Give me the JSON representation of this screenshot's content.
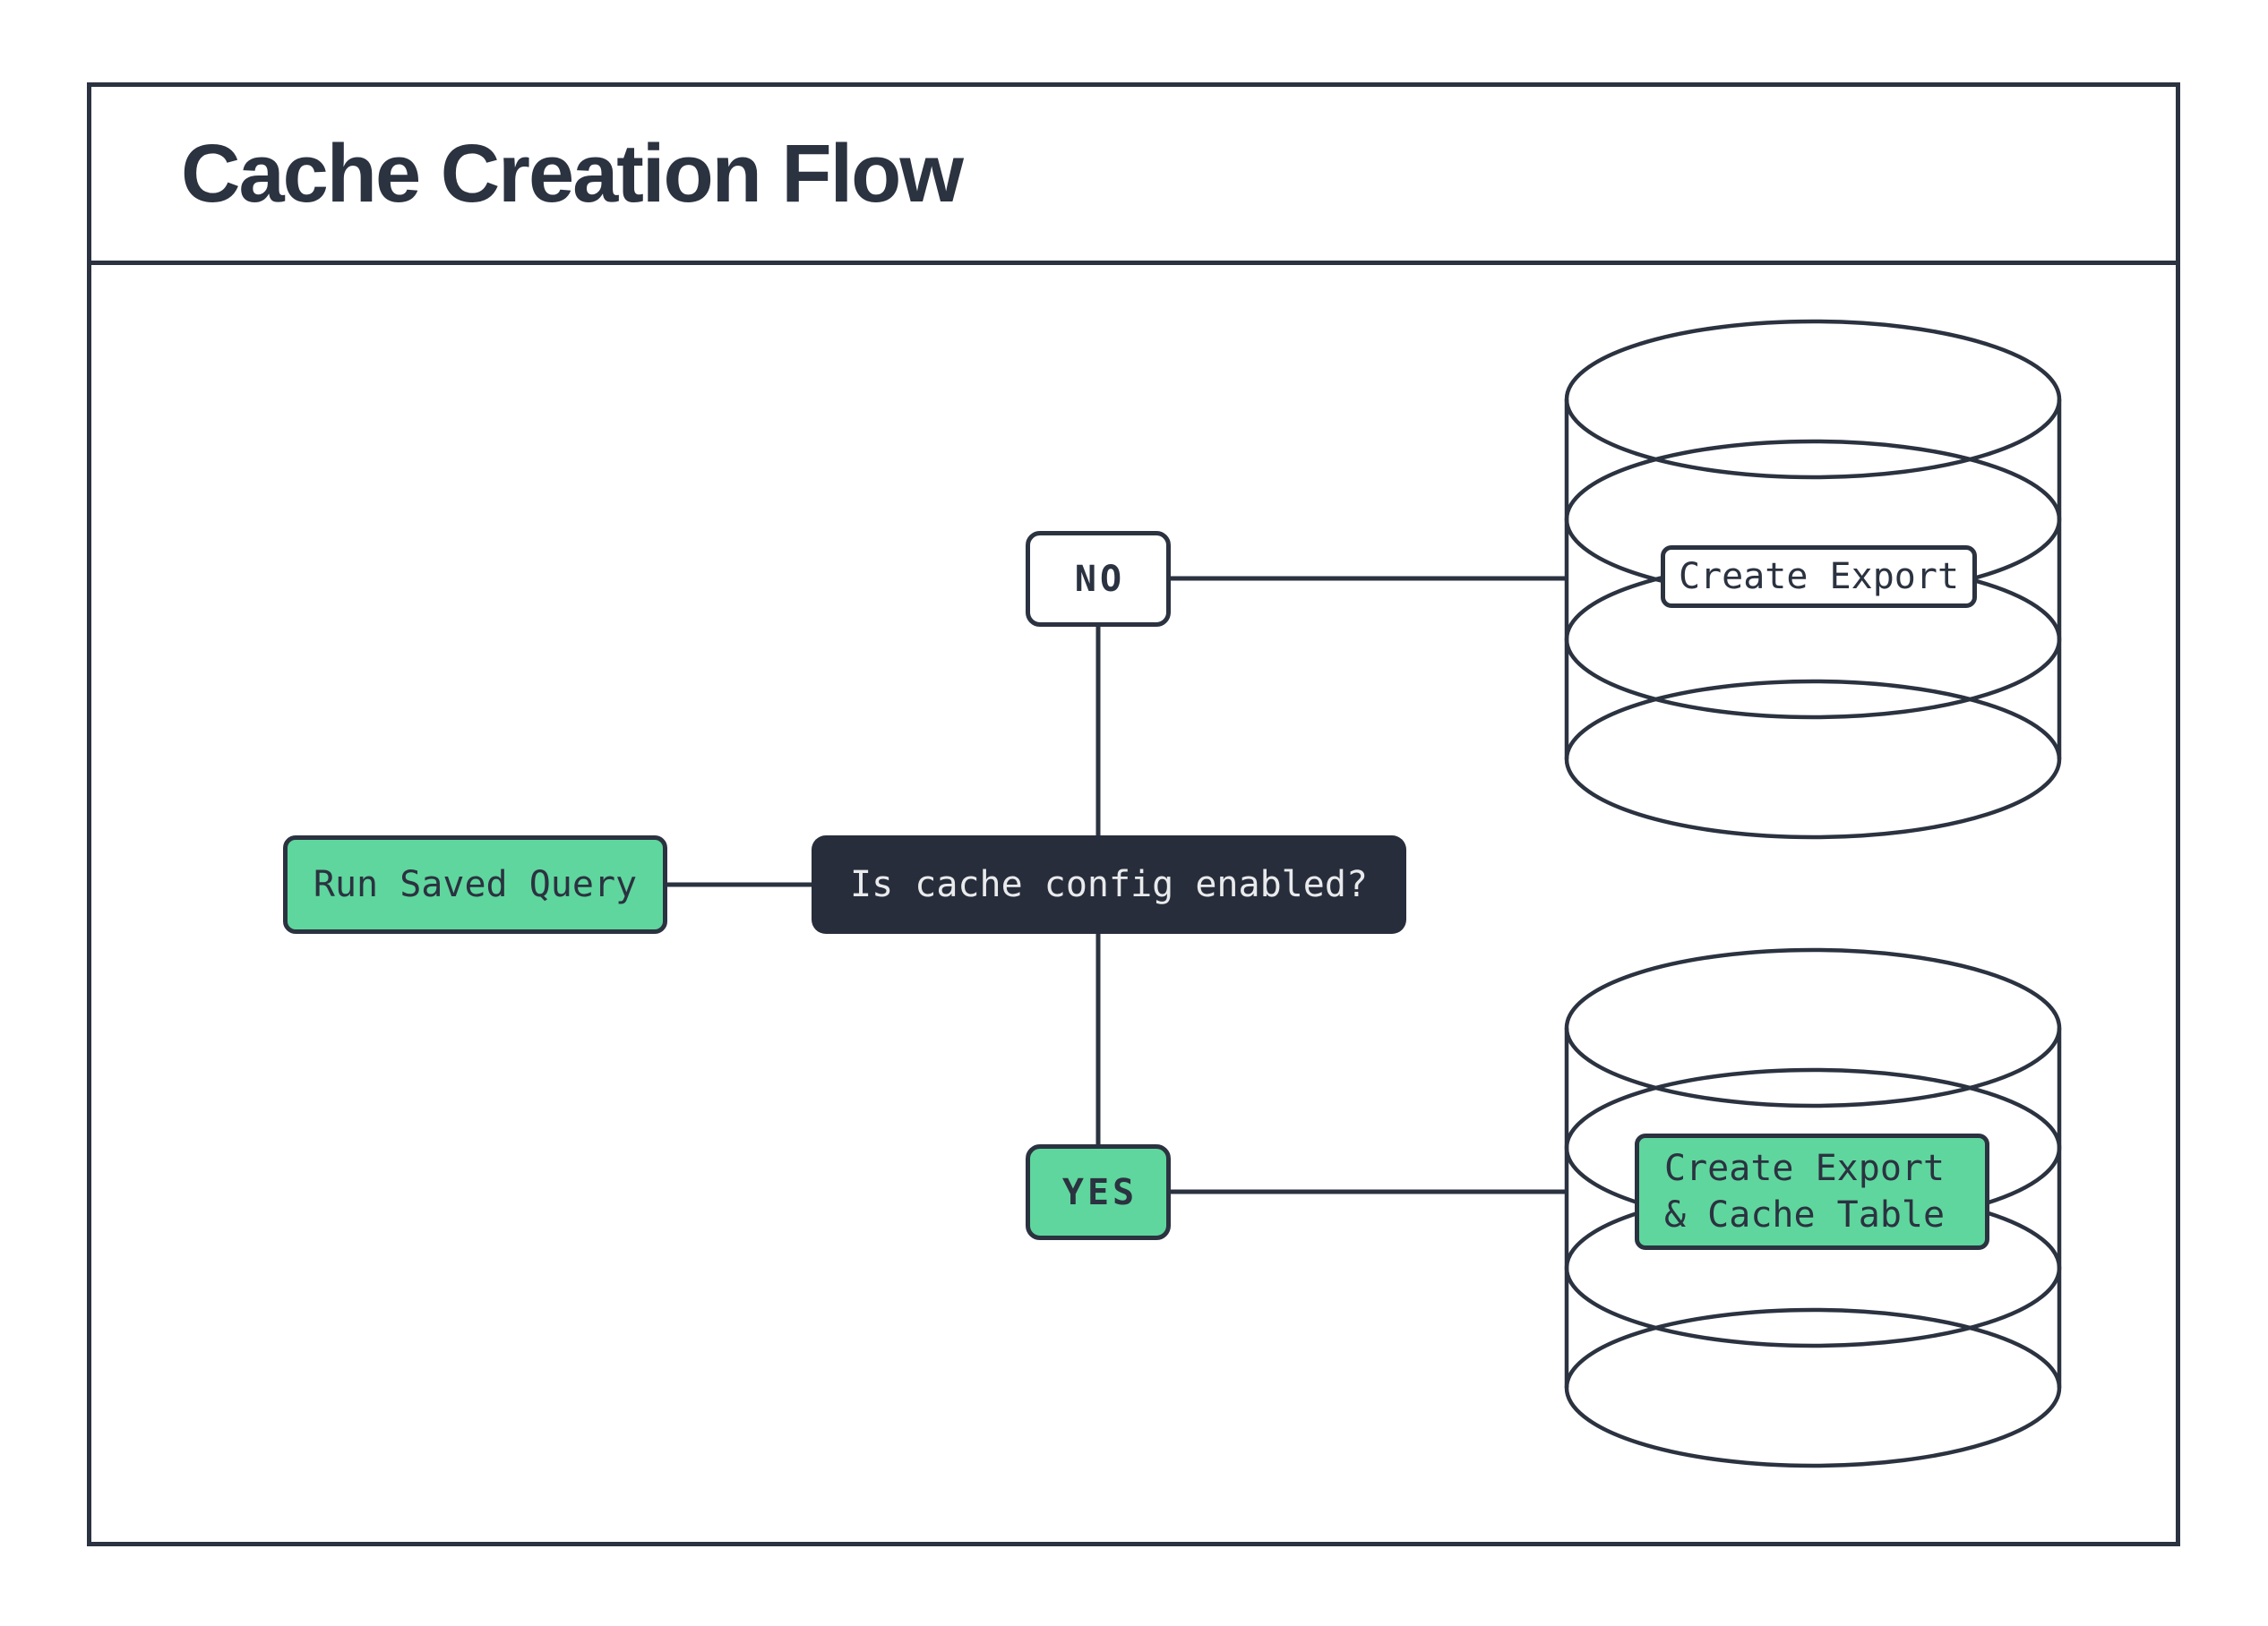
{
  "header": {
    "title": "Cache Creation Flow"
  },
  "flow": {
    "start": {
      "label": "Run Saved Query"
    },
    "decision": {
      "label": "Is cache config enabled?"
    },
    "branch_no": {
      "label": "NO"
    },
    "branch_yes": {
      "label": "YES"
    },
    "db_no": {
      "label": "Create Export"
    },
    "db_yes": {
      "label_line1": "Create Export",
      "label_line2": "& Cache Table"
    }
  },
  "colors": {
    "ink": "#2b3240",
    "decision_fill": "#272d3b",
    "decision_text": "#e9eaec",
    "green": "#5fd69d",
    "background": "#ffffff"
  }
}
